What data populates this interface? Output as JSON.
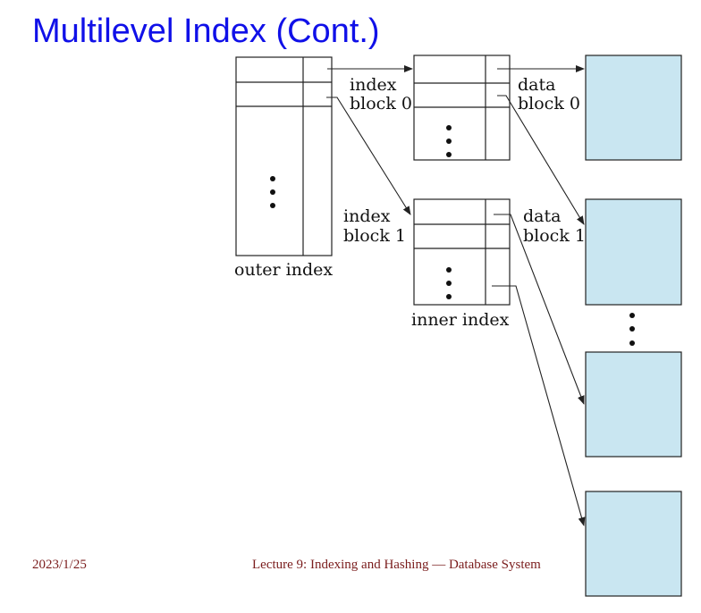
{
  "slide": {
    "title": "Multilevel Index (Cont.)",
    "date": "2023/1/25",
    "footer": "Lecture 9: Indexing and Hashing — Database System"
  },
  "diagram": {
    "labels": {
      "outer_index": "outer index",
      "inner_index": "inner index",
      "index_block_0": [
        "index",
        "block 0"
      ],
      "index_block_1": [
        "index",
        "block 1"
      ],
      "data_block_0": [
        "data",
        "block 0"
      ],
      "data_block_1": [
        "data",
        "block 1"
      ]
    },
    "colors": {
      "data_block_fill": "#c9e6f1",
      "stroke": "#222222",
      "title": "#1010e8",
      "footer": "#7a1c1c"
    }
  }
}
